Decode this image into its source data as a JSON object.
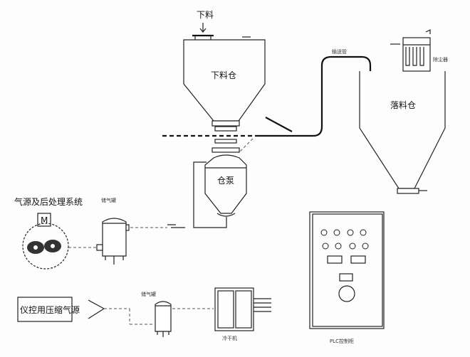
{
  "labels": {
    "feed_input": "下料",
    "feed_hopper": "下料仓",
    "receiving_silo": "落料仓",
    "pump_vessel": "仓泵",
    "air_source_system": "气源及后处理系统",
    "motor": "M",
    "instrument_air": "仪控用压缩气源",
    "plc_cabinet": "PLC控制柜",
    "conveying_pipe": "输送管",
    "air_tank_1": "储气罐",
    "air_tank_2": "储气罐",
    "dryer": "冷干机",
    "dust_collector": "除尘器"
  },
  "colors": {
    "line": "#222222",
    "background": "#fdfdfd"
  }
}
